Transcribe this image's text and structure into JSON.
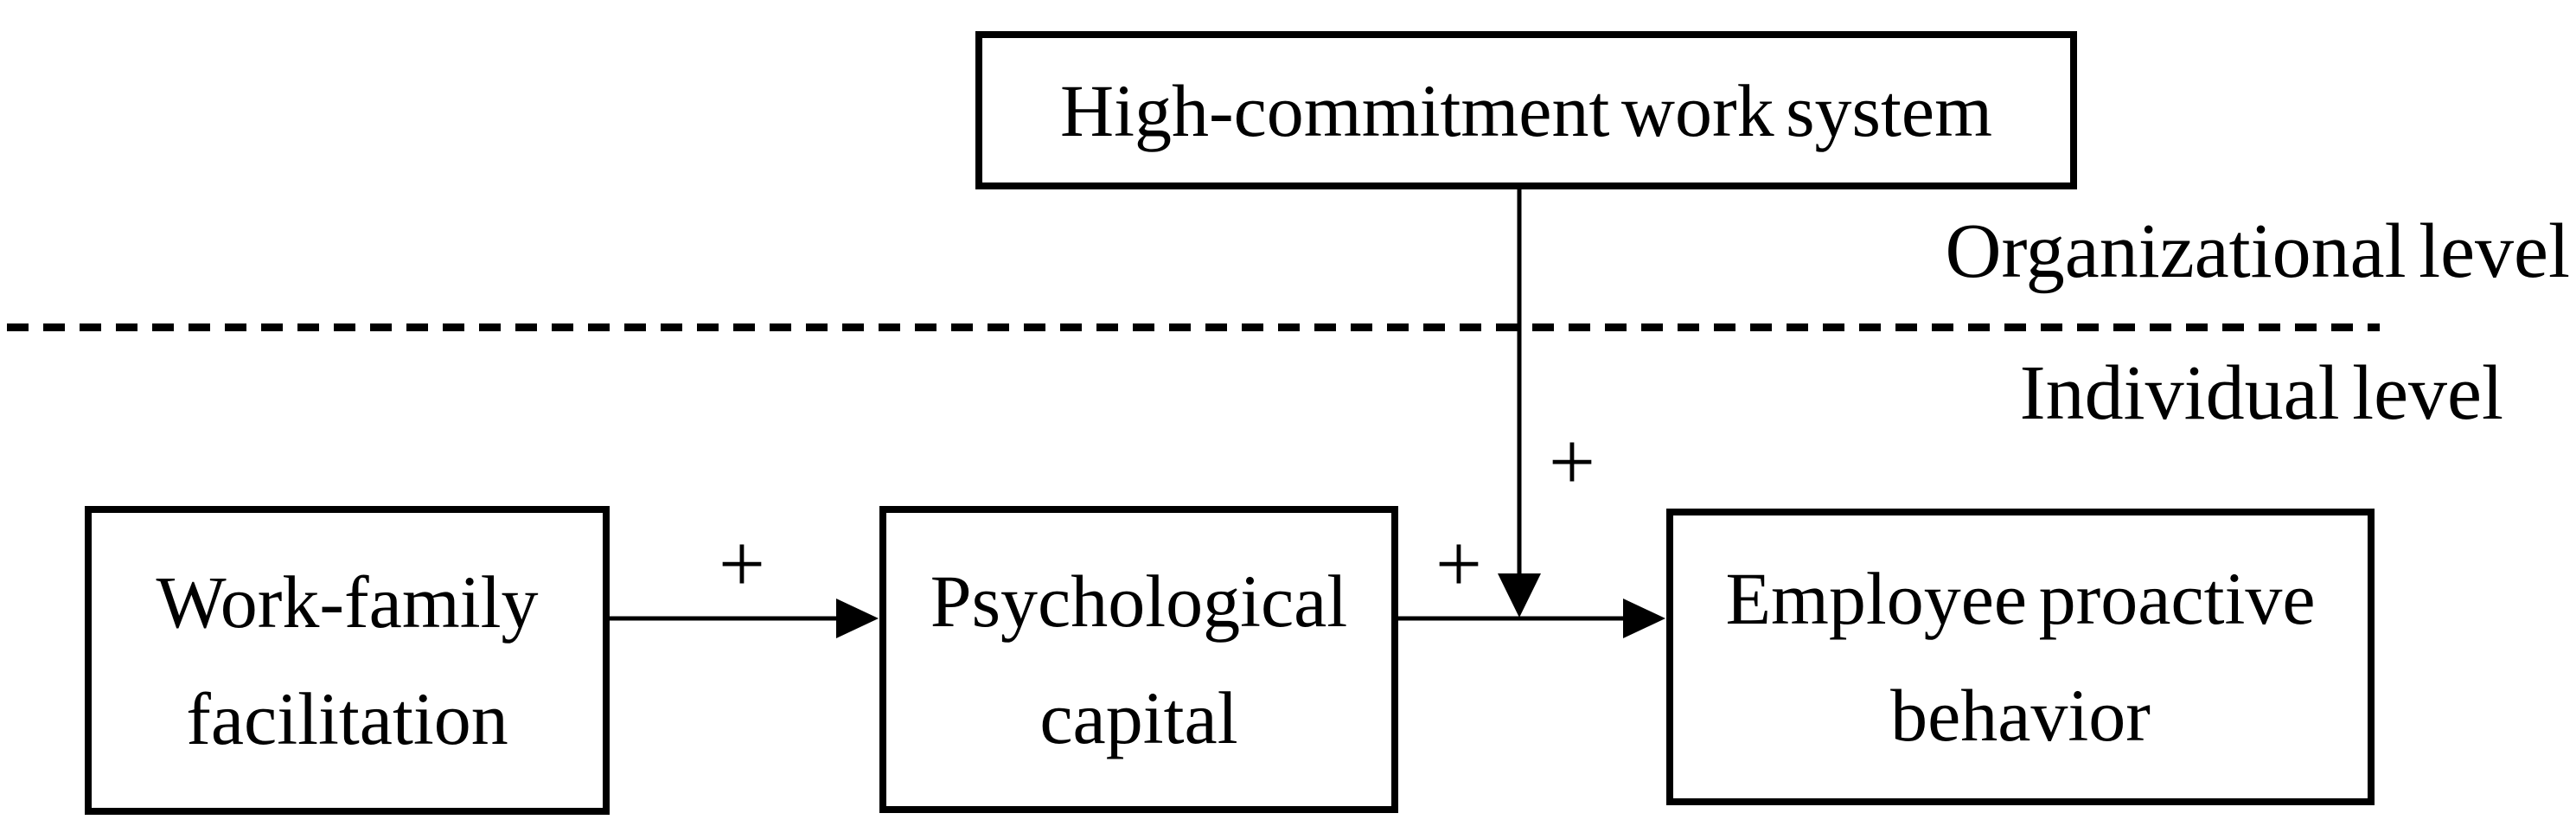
{
  "figure": {
    "background_color": "#ffffff",
    "line_color": "#000000",
    "top_box": {
      "label": "High-commitment work system"
    },
    "level_labels": {
      "organizational": "Organizational level",
      "individual": "Individual level"
    },
    "boxes": [
      {
        "id": "work-family-facilitation",
        "lines": [
          "Work-family",
          "facilitation"
        ]
      },
      {
        "id": "psychological-capital",
        "lines": [
          "Psychological",
          "capital"
        ]
      },
      {
        "id": "employee-proactive-behavior",
        "lines": [
          "Employee proactive",
          "behavior"
        ]
      }
    ],
    "path_labels": {
      "wff_to_pc": "+",
      "pc_to_epb": "+",
      "hcws_moderation": "+"
    }
  }
}
